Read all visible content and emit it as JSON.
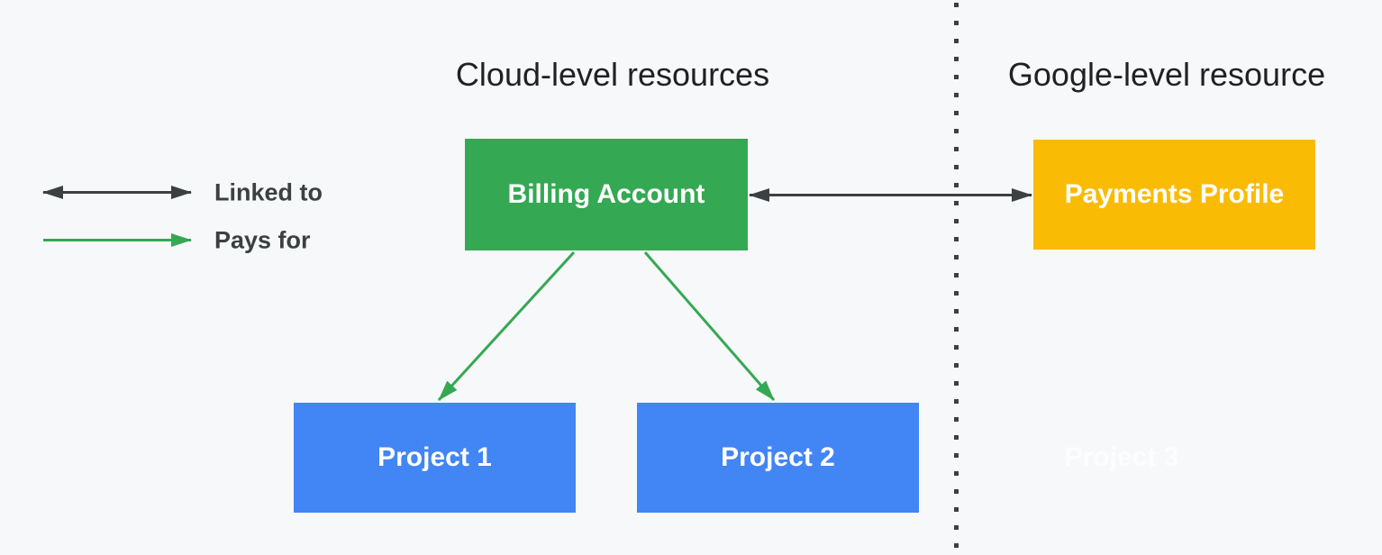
{
  "titles": {
    "left": "Cloud-level resources",
    "right": "Google-level resource"
  },
  "legend": {
    "items": [
      {
        "label": "Linked to",
        "arrow": "double-headed-dark-arrow"
      },
      {
        "label": "Pays for",
        "arrow": "single-headed-green-arrow"
      }
    ]
  },
  "nodes": {
    "billing_account": {
      "label": "Billing Account",
      "color": "#34A853",
      "side": "cloud-level"
    },
    "payments_profile": {
      "label": "Payments Profile",
      "color": "#FABB05",
      "side": "google-level"
    },
    "project_1": {
      "label": "Project 1",
      "color": "#4285F4",
      "side": "cloud-level"
    },
    "project_2": {
      "label": "Project 2",
      "color": "#4285F4",
      "side": "cloud-level"
    },
    "project_3": {
      "label": "Project 3",
      "color": "#FDFDFE",
      "side": "google-level"
    }
  },
  "relationships": [
    {
      "from": "Billing Account",
      "to": "Payments Profile",
      "type": "Linked to",
      "direction": "bidirectional"
    },
    {
      "from": "Billing Account",
      "to": "Project 1",
      "type": "Pays for",
      "direction": "one-way"
    },
    {
      "from": "Billing Account",
      "to": "Project 2",
      "type": "Pays for",
      "direction": "one-way"
    }
  ],
  "colors": {
    "background": "#F7F8F9",
    "green": "#34A853",
    "blue": "#4285F4",
    "yellow": "#FABB05",
    "dark": "#3C4043",
    "title-text": "#202124",
    "box-text": "#FFFFFF",
    "faint-text": "#FDFDFE"
  }
}
